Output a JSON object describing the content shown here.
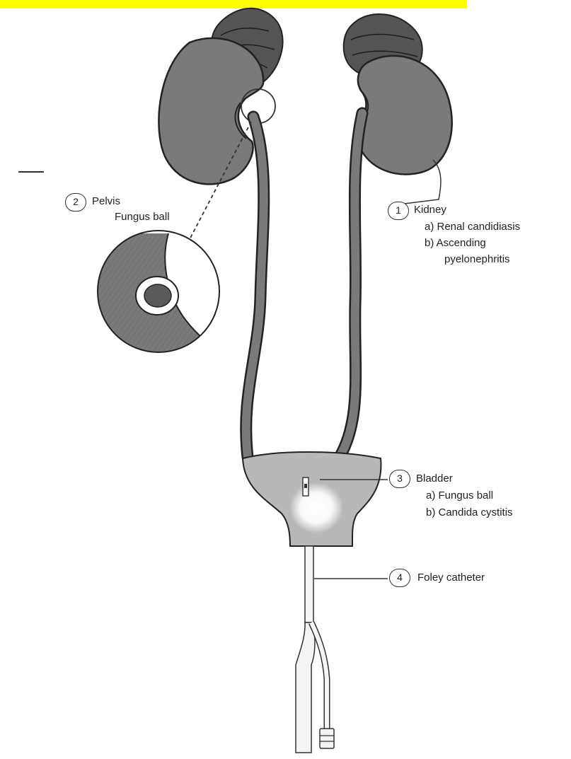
{
  "colors": {
    "banner": "#ffff00",
    "organ_fill": "#7a7a7a",
    "bladder_fill": "#b8b8b8",
    "outline": "#222222",
    "catheter": "#f4f4f4"
  },
  "callouts": {
    "kidney": {
      "number": "1",
      "title": "Kidney",
      "a": "a) Renal candidiasis",
      "b": "b) Ascending",
      "b_cont": "pyelonephritis"
    },
    "pelvis": {
      "number": "2",
      "title": "Pelvis",
      "sub": "Fungus ball"
    },
    "bladder": {
      "number": "3",
      "title": "Bladder",
      "a": "a) Fungus ball",
      "b": "b) Candida cystitis"
    },
    "catheter": {
      "number": "4",
      "title": "Foley catheter"
    }
  }
}
